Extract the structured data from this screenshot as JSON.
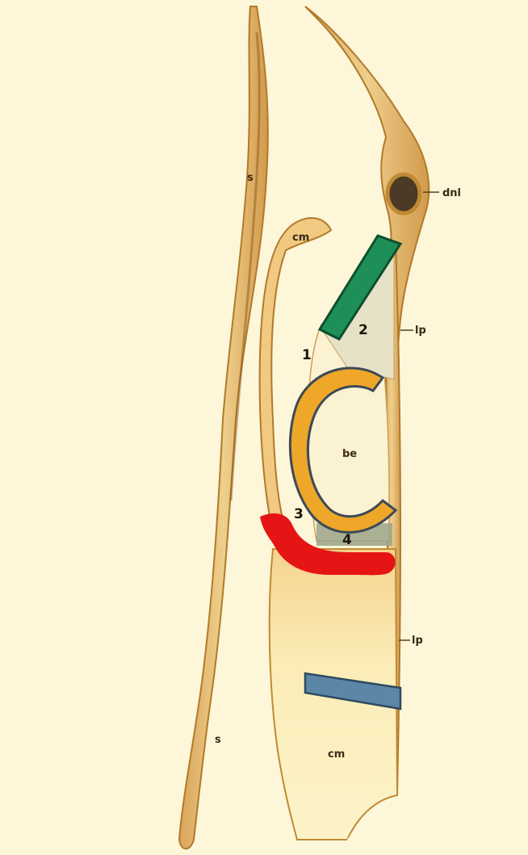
{
  "labels": {
    "s_top": "s",
    "s_bottom": "s",
    "dnl": "dnl",
    "cm_top": "cm",
    "cm_bottom": "cm",
    "lp_upper": "lp",
    "lp_lower": "lp",
    "be": "be",
    "n1": "1",
    "n2": "2",
    "n3": "3",
    "n4": "4"
  },
  "colors": {
    "background": "#fdf6d8",
    "bone": "#e7bf7a",
    "bone_outline": "#b7832f",
    "cartilage": "#fbefbe",
    "green_band": "#1f8f58",
    "orange_ring": "#eea728",
    "red_band": "#e51515",
    "blue_band": "#5b86a8"
  }
}
